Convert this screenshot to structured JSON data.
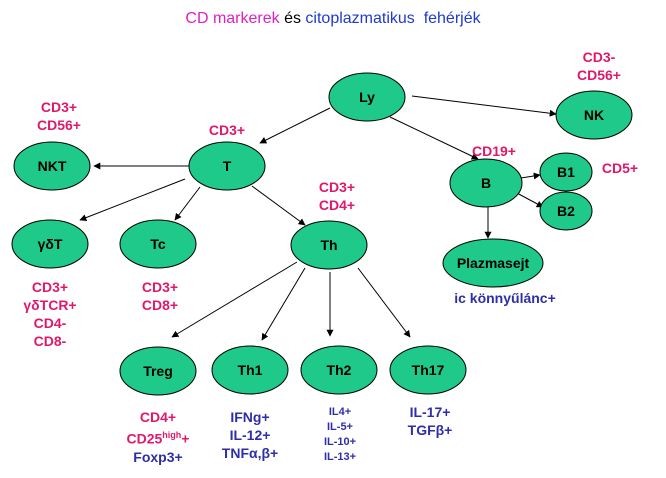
{
  "title": {
    "part1": "CD markerek",
    "part2": " és ",
    "part3": "citoplazmatikus  fehérjék"
  },
  "colors": {
    "node_fill": "#1ec98a",
    "marker": "#e0186c",
    "protein": "#2e2ea8",
    "title_1": "#e020c0",
    "title_2": "#000000",
    "title_3": "#1e3ad0"
  },
  "nodes": {
    "ly": "Ly",
    "t": "T",
    "nk": "NK",
    "nkt": "NKT",
    "gdt": "γδT",
    "tc": "Tc",
    "th": "Th",
    "b": "B",
    "b1": "B1",
    "b2": "B2",
    "plazmasejt": "Plazmasejt",
    "treg": "Treg",
    "th1": "Th1",
    "th2": "Th2",
    "th17": "Th17"
  },
  "labels": {
    "nk": [
      "CD3-",
      "CD56+"
    ],
    "nkt": [
      "CD3+",
      "CD56+"
    ],
    "t": "CD3+",
    "th": [
      "CD3+",
      "CD4+"
    ],
    "b": "CD19+",
    "b1": "CD5+",
    "gdt": [
      "CD3+",
      "γδTCR+",
      "CD4-",
      "CD8-"
    ],
    "tc": [
      "CD3+",
      "CD8+"
    ],
    "plazmasejt": "ic könnyűlánc+",
    "treg": {
      "cd4": "CD4+",
      "cd25": "CD25",
      "cd25_sup": "high",
      "cd25_suffix": "+",
      "foxp3": "Foxp3+"
    },
    "th1": [
      "IFNg+",
      "IL-12+",
      "TNFα,β+"
    ],
    "th2": [
      "IL4+",
      "IL-5+",
      "IL-10+",
      "IL-13+"
    ],
    "th17": [
      "IL-17+",
      "TGFβ+"
    ]
  }
}
